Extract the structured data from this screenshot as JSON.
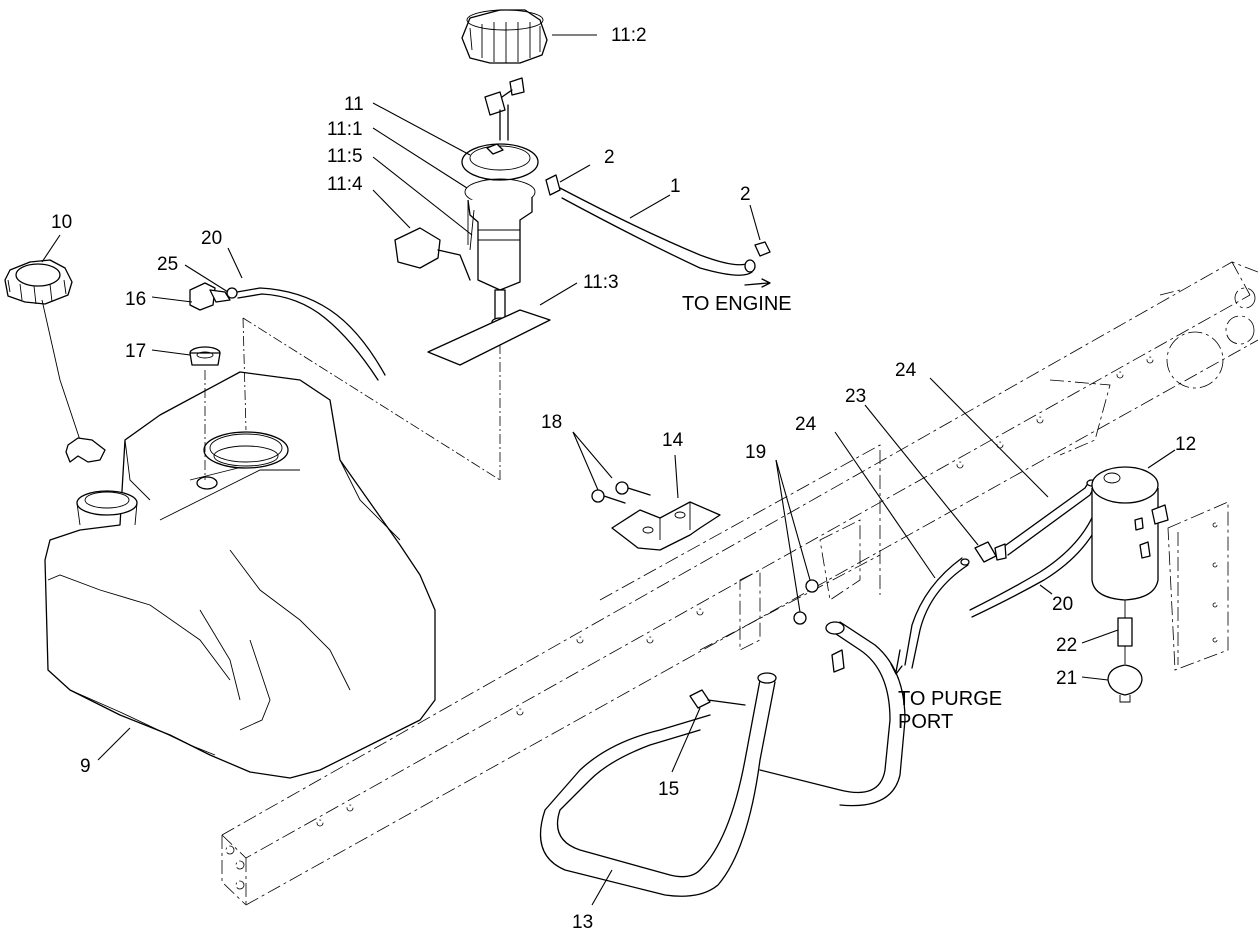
{
  "labels": {
    "l11_2": "11:2",
    "l11": "11",
    "l11_1": "11:1",
    "l11_5": "11:5",
    "l11_4": "11:4",
    "l2a": "2",
    "l1": "1",
    "l2b": "2",
    "l10": "10",
    "l20a": "20",
    "l25": "25",
    "l16": "16",
    "l17": "17",
    "l11_3": "11:3",
    "l18": "18",
    "l14": "14",
    "l19": "19",
    "l24a": "24",
    "l23": "23",
    "l24b": "24",
    "l12": "12",
    "l20b": "20",
    "l22": "22",
    "l21": "21",
    "l9": "9",
    "l15": "15",
    "l13": "13"
  },
  "notes": {
    "to_engine": "TO ENGINE",
    "to_purge_1": "TO PURGE",
    "to_purge_2": "PORT"
  }
}
